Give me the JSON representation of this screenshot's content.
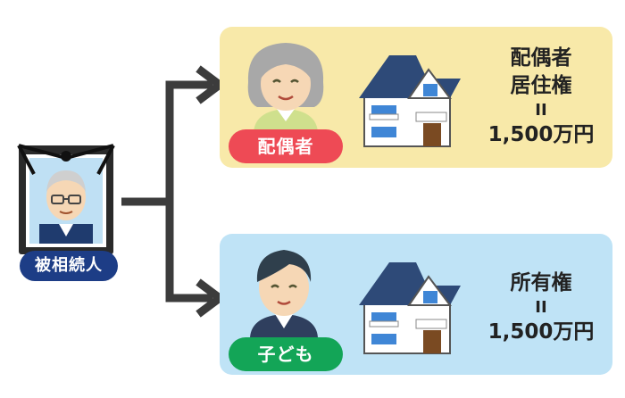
{
  "deceased": {
    "label": "被相続人"
  },
  "spouse": {
    "label": "配偶者",
    "right_lines": [
      "配偶者",
      "居住権",
      "II",
      "1,500万円"
    ]
  },
  "child": {
    "label": "子ども",
    "right_lines": [
      "所有権",
      "II",
      "1,500万円"
    ]
  },
  "colors": {
    "deceased_pill": "#1d3d86",
    "spouse_panel": "#f8e9a9",
    "spouse_pill": "#ee4a55",
    "child_panel": "#bfe3f6",
    "child_pill": "#13a557",
    "arrow": "#3c3c3c"
  },
  "icons": [
    "memorial-portrait-icon",
    "grandmother-icon",
    "son-icon",
    "house-icon"
  ]
}
